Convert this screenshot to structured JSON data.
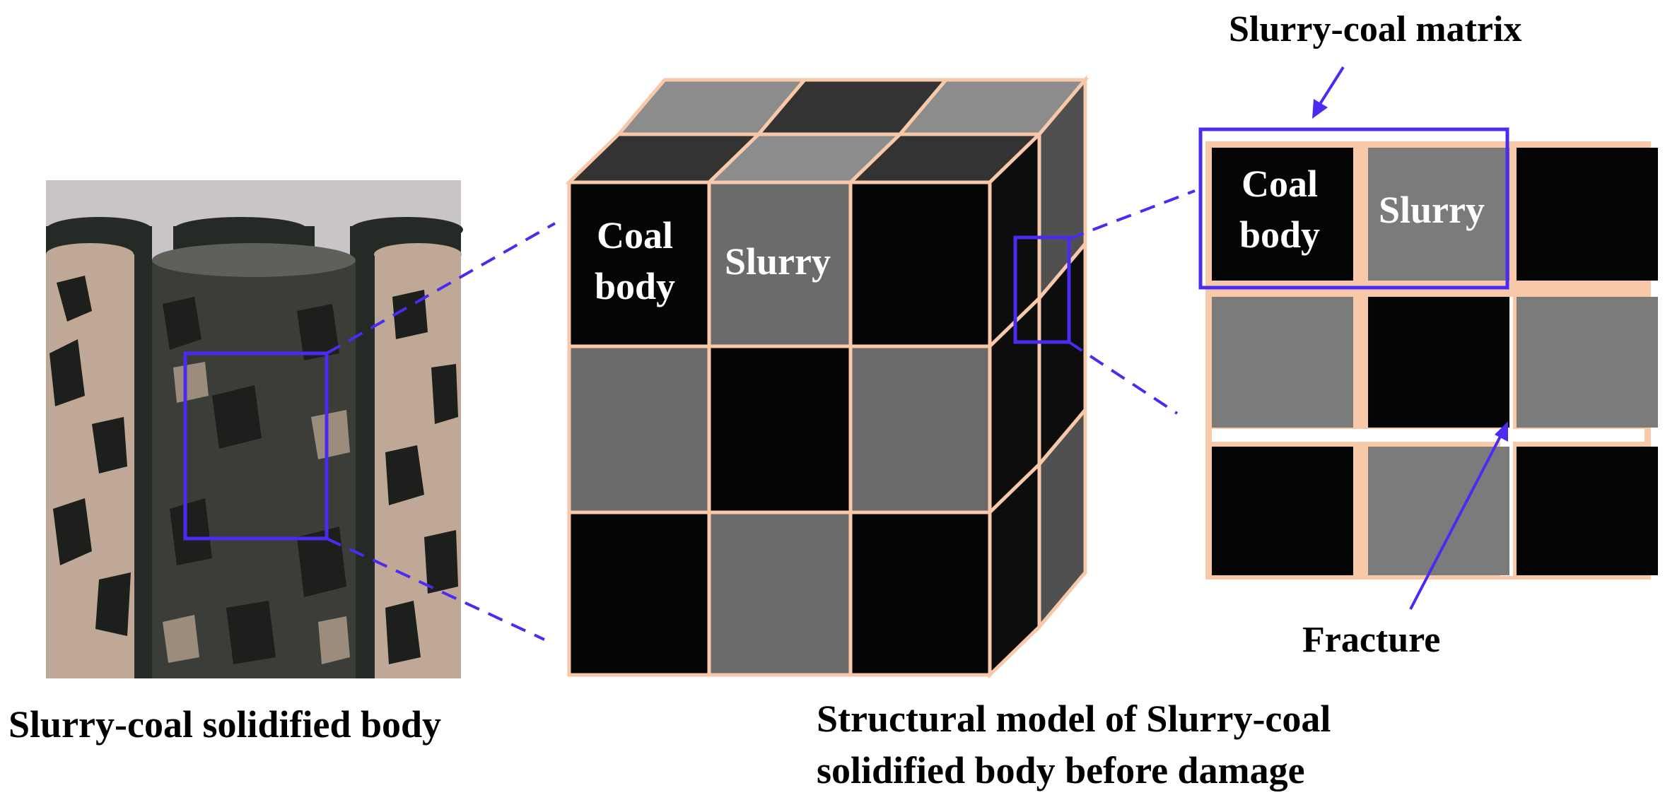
{
  "labels": {
    "photo_caption": "Slurry-coal solidified body",
    "model_caption_line1": "Structural model of Slurry-coal",
    "model_caption_line2": "solidified body before damage",
    "matrix_label": "Slurry-coal matrix",
    "fracture_label": "Fracture",
    "coal_line1": "Coal",
    "coal_line2": "body",
    "slurry": "Slurry"
  },
  "colors": {
    "coal": "#050505",
    "slurry": "#6b6b6b",
    "slurry_light": "#7b7b7b",
    "coal_top": "#333333",
    "slurry_top": "#8c8c8c",
    "side_dark": "#0d0d0d",
    "side_gray": "#505050",
    "edge": "#f7c9a8",
    "highlight": "#4a2cf0",
    "photo_bg": "#c9c4c8",
    "photo_cement": "#bfa895",
    "photo_dark": "#262a26"
  },
  "grid": {
    "front": [
      [
        "coal",
        "slurry",
        "coal"
      ],
      [
        "slurry",
        "coal",
        "slurry"
      ],
      [
        "coal",
        "slurry",
        "coal"
      ]
    ],
    "top_front": [
      "coal_top",
      "slurry_top",
      "coal_top"
    ],
    "top_back": [
      "slurry_top",
      "coal_top",
      "slurry_top"
    ],
    "zoom": [
      [
        "coal",
        "slurry",
        "coal"
      ],
      [
        "slurry",
        "coal",
        "slurry"
      ],
      [
        "coal",
        "slurry",
        "coal"
      ]
    ]
  }
}
